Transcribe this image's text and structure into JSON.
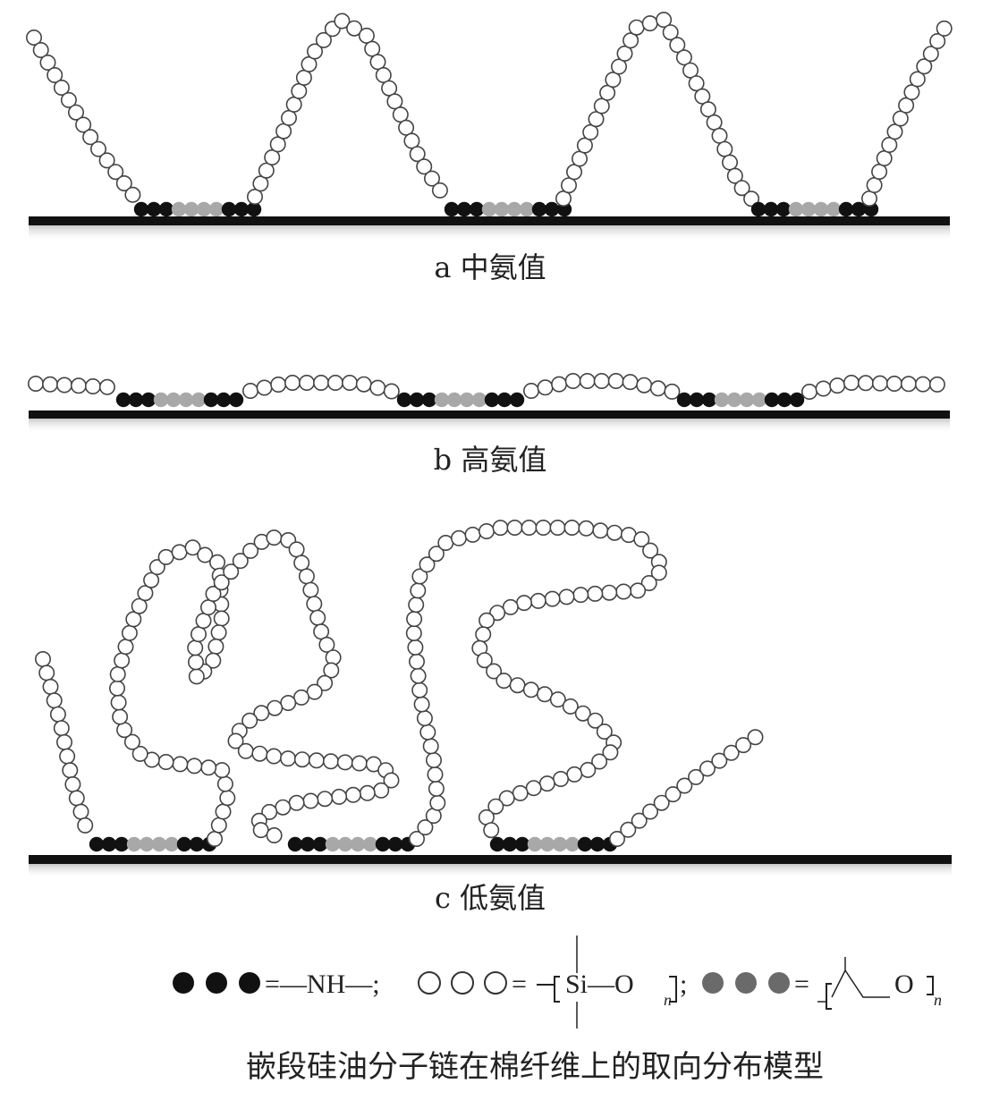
{
  "panels": [
    {
      "id": "a",
      "label": "a 中氨值"
    },
    {
      "id": "b",
      "label": "b 高氨值"
    },
    {
      "id": "c",
      "label": "c 低氨值"
    }
  ],
  "legend": {
    "amine": {
      "symbol": "●●●",
      "text": "=—NH—;"
    },
    "siloxane": {
      "symbol": "○○○",
      "text": "=",
      "formula": "Si—O",
      "subscript": "n",
      "sep": ";"
    },
    "polyether": {
      "symbol": "●●●",
      "text": "=",
      "formula": "O",
      "subscript": "n"
    }
  },
  "caption": "嵌段硅油分子链在棉纤维上的取向分布模型",
  "colors": {
    "amine": "#111111",
    "siloxane_stroke": "#444444",
    "polyether": "#a8a8a8",
    "legend_polyether": "#6a6a6a",
    "substrate": "#111111"
  }
}
